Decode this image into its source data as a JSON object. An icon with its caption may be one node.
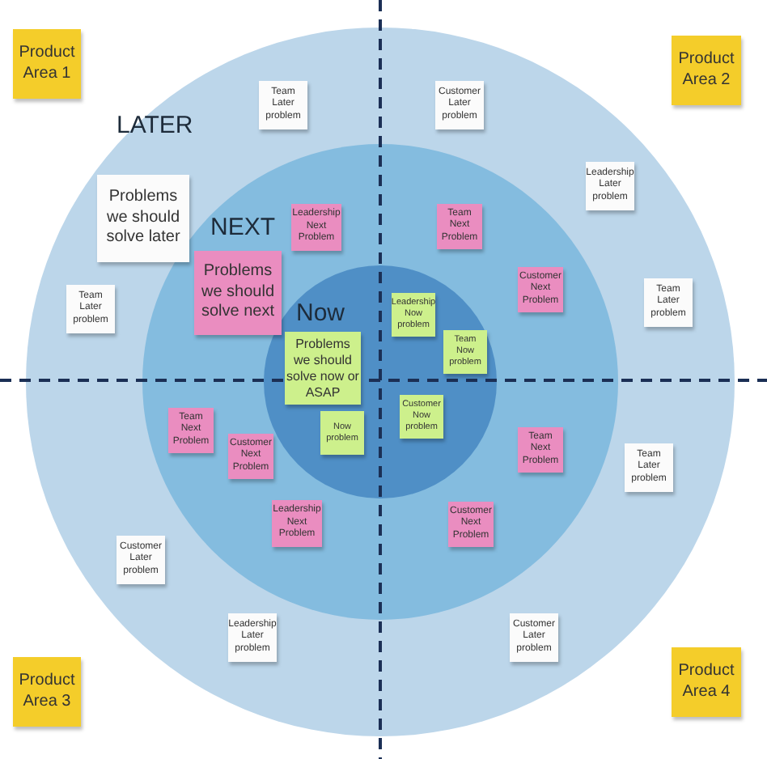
{
  "diagram": {
    "nodes": [
      {
        "text": [
          "LATER"
        ]
      },
      {
        "text": [
          "NEXT"
        ],
        "in": 0
      },
      {
        "text": [
          "Now"
        ],
        "in": 1
      },
      {
        "text": [
          "Product Area 1"
        ]
      },
      {
        "text": [
          "Product Area 2"
        ]
      },
      {
        "text": [
          "Team Later problem"
        ],
        "in": 0
      },
      {
        "text": [
          "Customer Later problem"
        ],
        "in": 0
      },
      {
        "text": [
          "Problems we should solve later"
        ],
        "in": 0
      },
      {
        "text": [
          "Leadership Later problem"
        ],
        "in": 0
      },
      {
        "text": [
          "Leadership Next Problem"
        ],
        "in": 1
      },
      {
        "text": [
          "Team Next Problem"
        ],
        "in": 1
      },
      {
        "text": [
          "Problems we should solve next"
        ],
        "in": 1
      },
      {
        "text": [
          "Customer Next Problem"
        ],
        "in": 1
      },
      {
        "text": [
          "Team Later problem"
        ],
        "in": 0
      },
      {
        "text": [
          "Team Later problem"
        ],
        "in": 0
      },
      {
        "text": [
          "Leadership Now problem"
        ],
        "in": 2
      },
      {
        "text": [
          "Problems we should solve now or ASAP"
        ],
        "in": 2
      },
      {
        "text": [
          "Team Now problem"
        ],
        "in": 2
      },
      {
        "text": [
          "Customer Now problem"
        ],
        "in": 2
      },
      {
        "text": [
          "Team Next Problem"
        ],
        "in": 1
      },
      {
        "text": [
          "Now problem"
        ],
        "in": 2
      },
      {
        "text": [
          "Team Next Problem"
        ],
        "in": 1
      },
      {
        "text": [
          "Customer Next Problem"
        ],
        "in": 1
      },
      {
        "text": [
          "Team Later problem"
        ],
        "in": 0
      },
      {
        "text": [
          "Leadership Next Problem"
        ],
        "in": 1
      },
      {
        "text": [
          "Customer Next Problem"
        ],
        "in": 1
      },
      {
        "text": [
          "Customer Later problem"
        ],
        "in": 0
      },
      {
        "text": [
          "Customer Later problem"
        ],
        "in": 0
      },
      {
        "text": [
          "Leadership Later problem"
        ],
        "in": 0
      },
      {
        "text": [
          "Product Area 3"
        ]
      },
      {
        "text": [
          "Product Area 4"
        ]
      }
    ],
    "edges": []
  }
}
